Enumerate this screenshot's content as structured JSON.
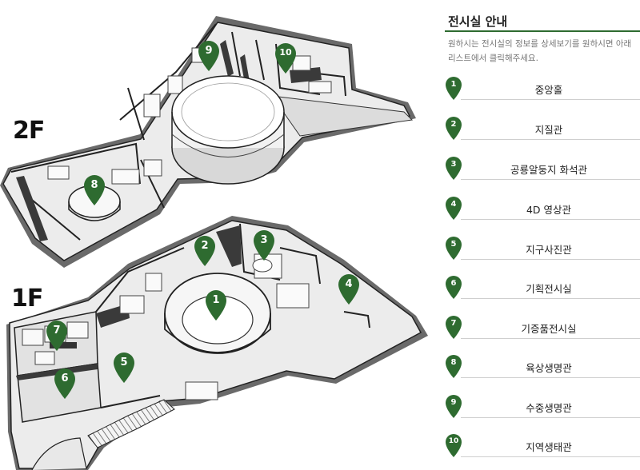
{
  "map": {
    "floors": [
      {
        "id": "2F",
        "label": "2F"
      },
      {
        "id": "1F",
        "label": "1F"
      }
    ],
    "pin_color": "#2e6b30",
    "pins": [
      {
        "num": "1",
        "floor": "1F"
      },
      {
        "num": "2",
        "floor": "1F"
      },
      {
        "num": "3",
        "floor": "1F"
      },
      {
        "num": "4",
        "floor": "1F"
      },
      {
        "num": "5",
        "floor": "1F"
      },
      {
        "num": "6",
        "floor": "1F"
      },
      {
        "num": "7",
        "floor": "1F"
      },
      {
        "num": "8",
        "floor": "2F"
      },
      {
        "num": "9",
        "floor": "2F"
      },
      {
        "num": "10",
        "floor": "2F"
      }
    ]
  },
  "guide": {
    "title": "전시실 안내",
    "description": "원하시는 전시실의 정보를 상세보기를 원하시면 아래 리스트에서 클릭해주세요.",
    "accent_color": "#2e6b30",
    "items": [
      {
        "num": "1",
        "name": "중앙홀"
      },
      {
        "num": "2",
        "name": "지질관"
      },
      {
        "num": "3",
        "name": "공룡알둥지 화석관"
      },
      {
        "num": "4",
        "name": "4D 영상관"
      },
      {
        "num": "5",
        "name": "지구사진관"
      },
      {
        "num": "6",
        "name": "기획전시실"
      },
      {
        "num": "7",
        "name": "기증품전시실"
      },
      {
        "num": "8",
        "name": "육상생명관"
      },
      {
        "num": "9",
        "name": "수중생명관"
      },
      {
        "num": "10",
        "name": "지역생태관"
      }
    ]
  }
}
